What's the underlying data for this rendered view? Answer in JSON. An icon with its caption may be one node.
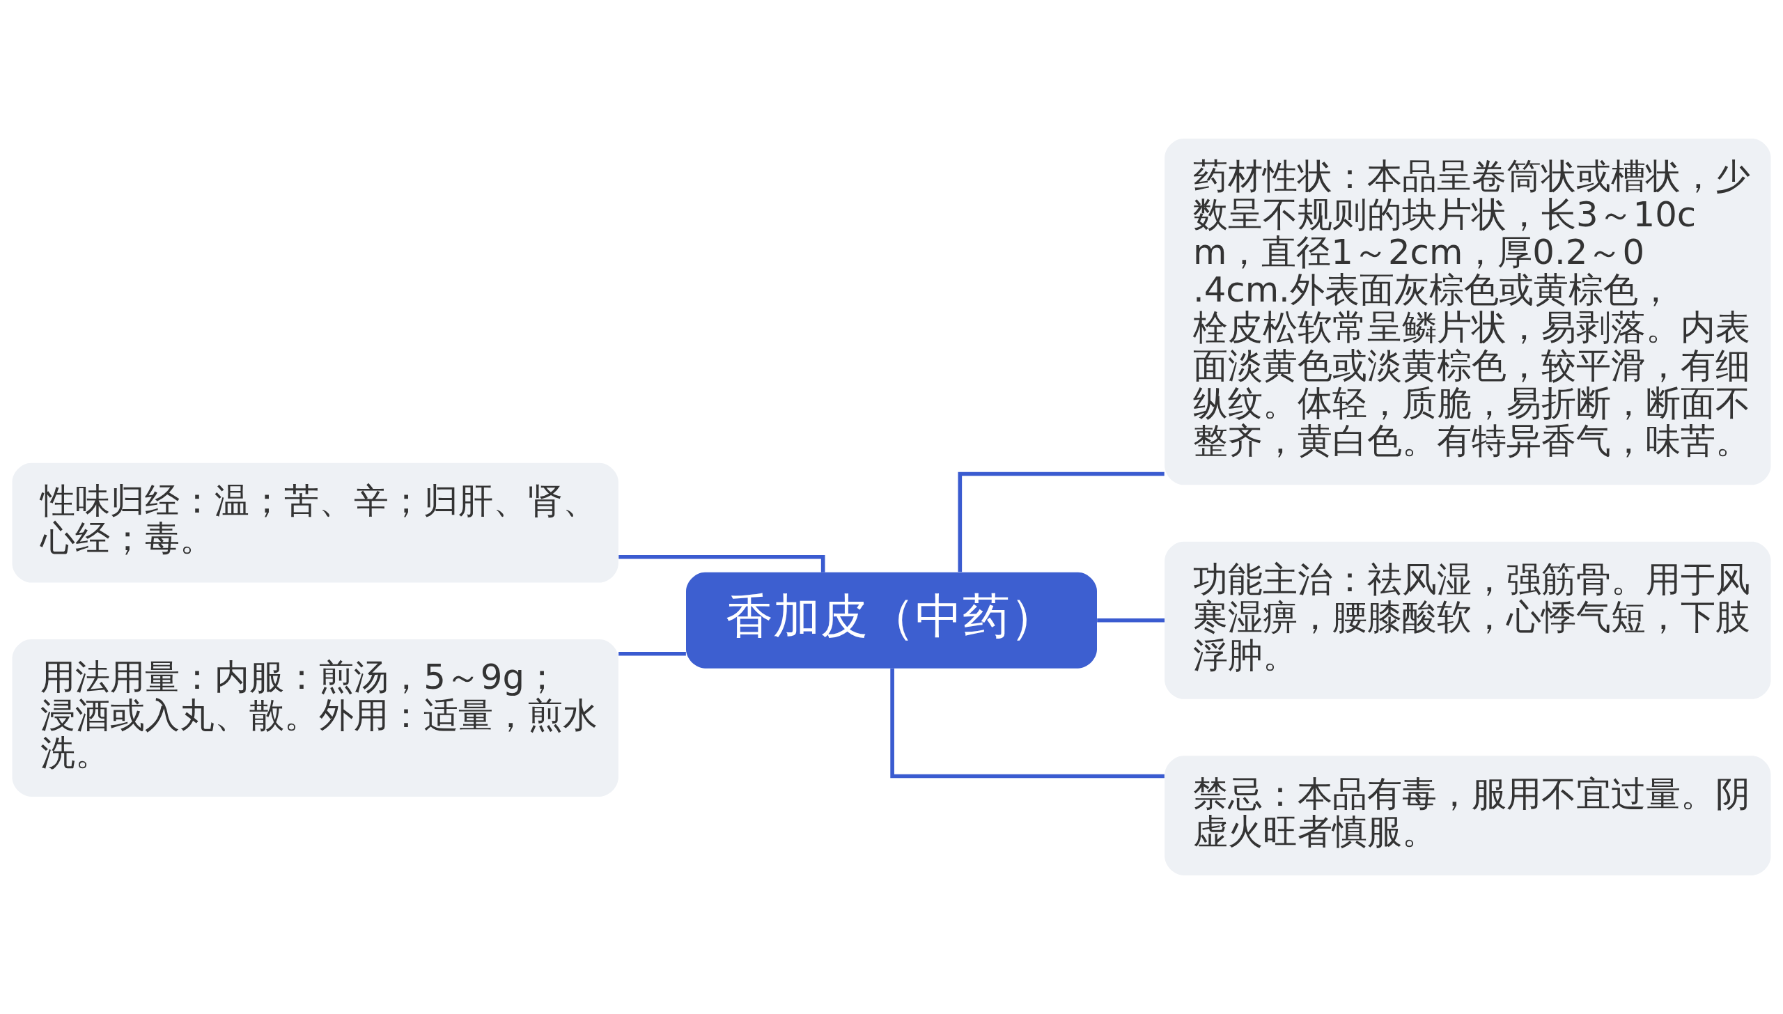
{
  "diagram": {
    "nodes": [
      {
        "text": [
          "香加皮（中药）"
        ]
      },
      {
        "text": [
          "性味归经：温；苦、辛；归肝、肾、心经；毒。"
        ]
      },
      {
        "text": [
          "用法用量：内服：煎汤，5～9g；浸酒或入丸、散。外用：适量，煎水洗。"
        ]
      },
      {
        "text": [
          "药材性状：本品呈卷筒状或槽状，少数呈不规则的块片状，长3～10cm，直径1～2cm，厚0.2～0.4cm.外表面灰棕色或黄棕色，栓皮松软常呈鳞片状，易剥落。内表面淡黄色或淡黄棕色，较平滑，有细纵纹。体轻，质脆，易折断，断面不整齐，黄白色。有特异香气，味苦。"
        ]
      },
      {
        "text": [
          "功能主治：祛风湿，强筋骨。用于风寒湿痹，腰膝酸软，心悸气短，下肢浮肿。"
        ]
      },
      {
        "text": [
          "禁忌：本品有毒，服用不宜过量。阴虚火旺者慎服。"
        ]
      }
    ],
    "edges": [
      {
        "from": 0,
        "to": 1,
        "arrow": "none"
      },
      {
        "from": 0,
        "to": 2,
        "arrow": "none"
      },
      {
        "from": 0,
        "to": 3,
        "arrow": "none"
      },
      {
        "from": 0,
        "to": 4,
        "arrow": "none"
      },
      {
        "from": 0,
        "to": 5,
        "arrow": "none"
      }
    ]
  }
}
